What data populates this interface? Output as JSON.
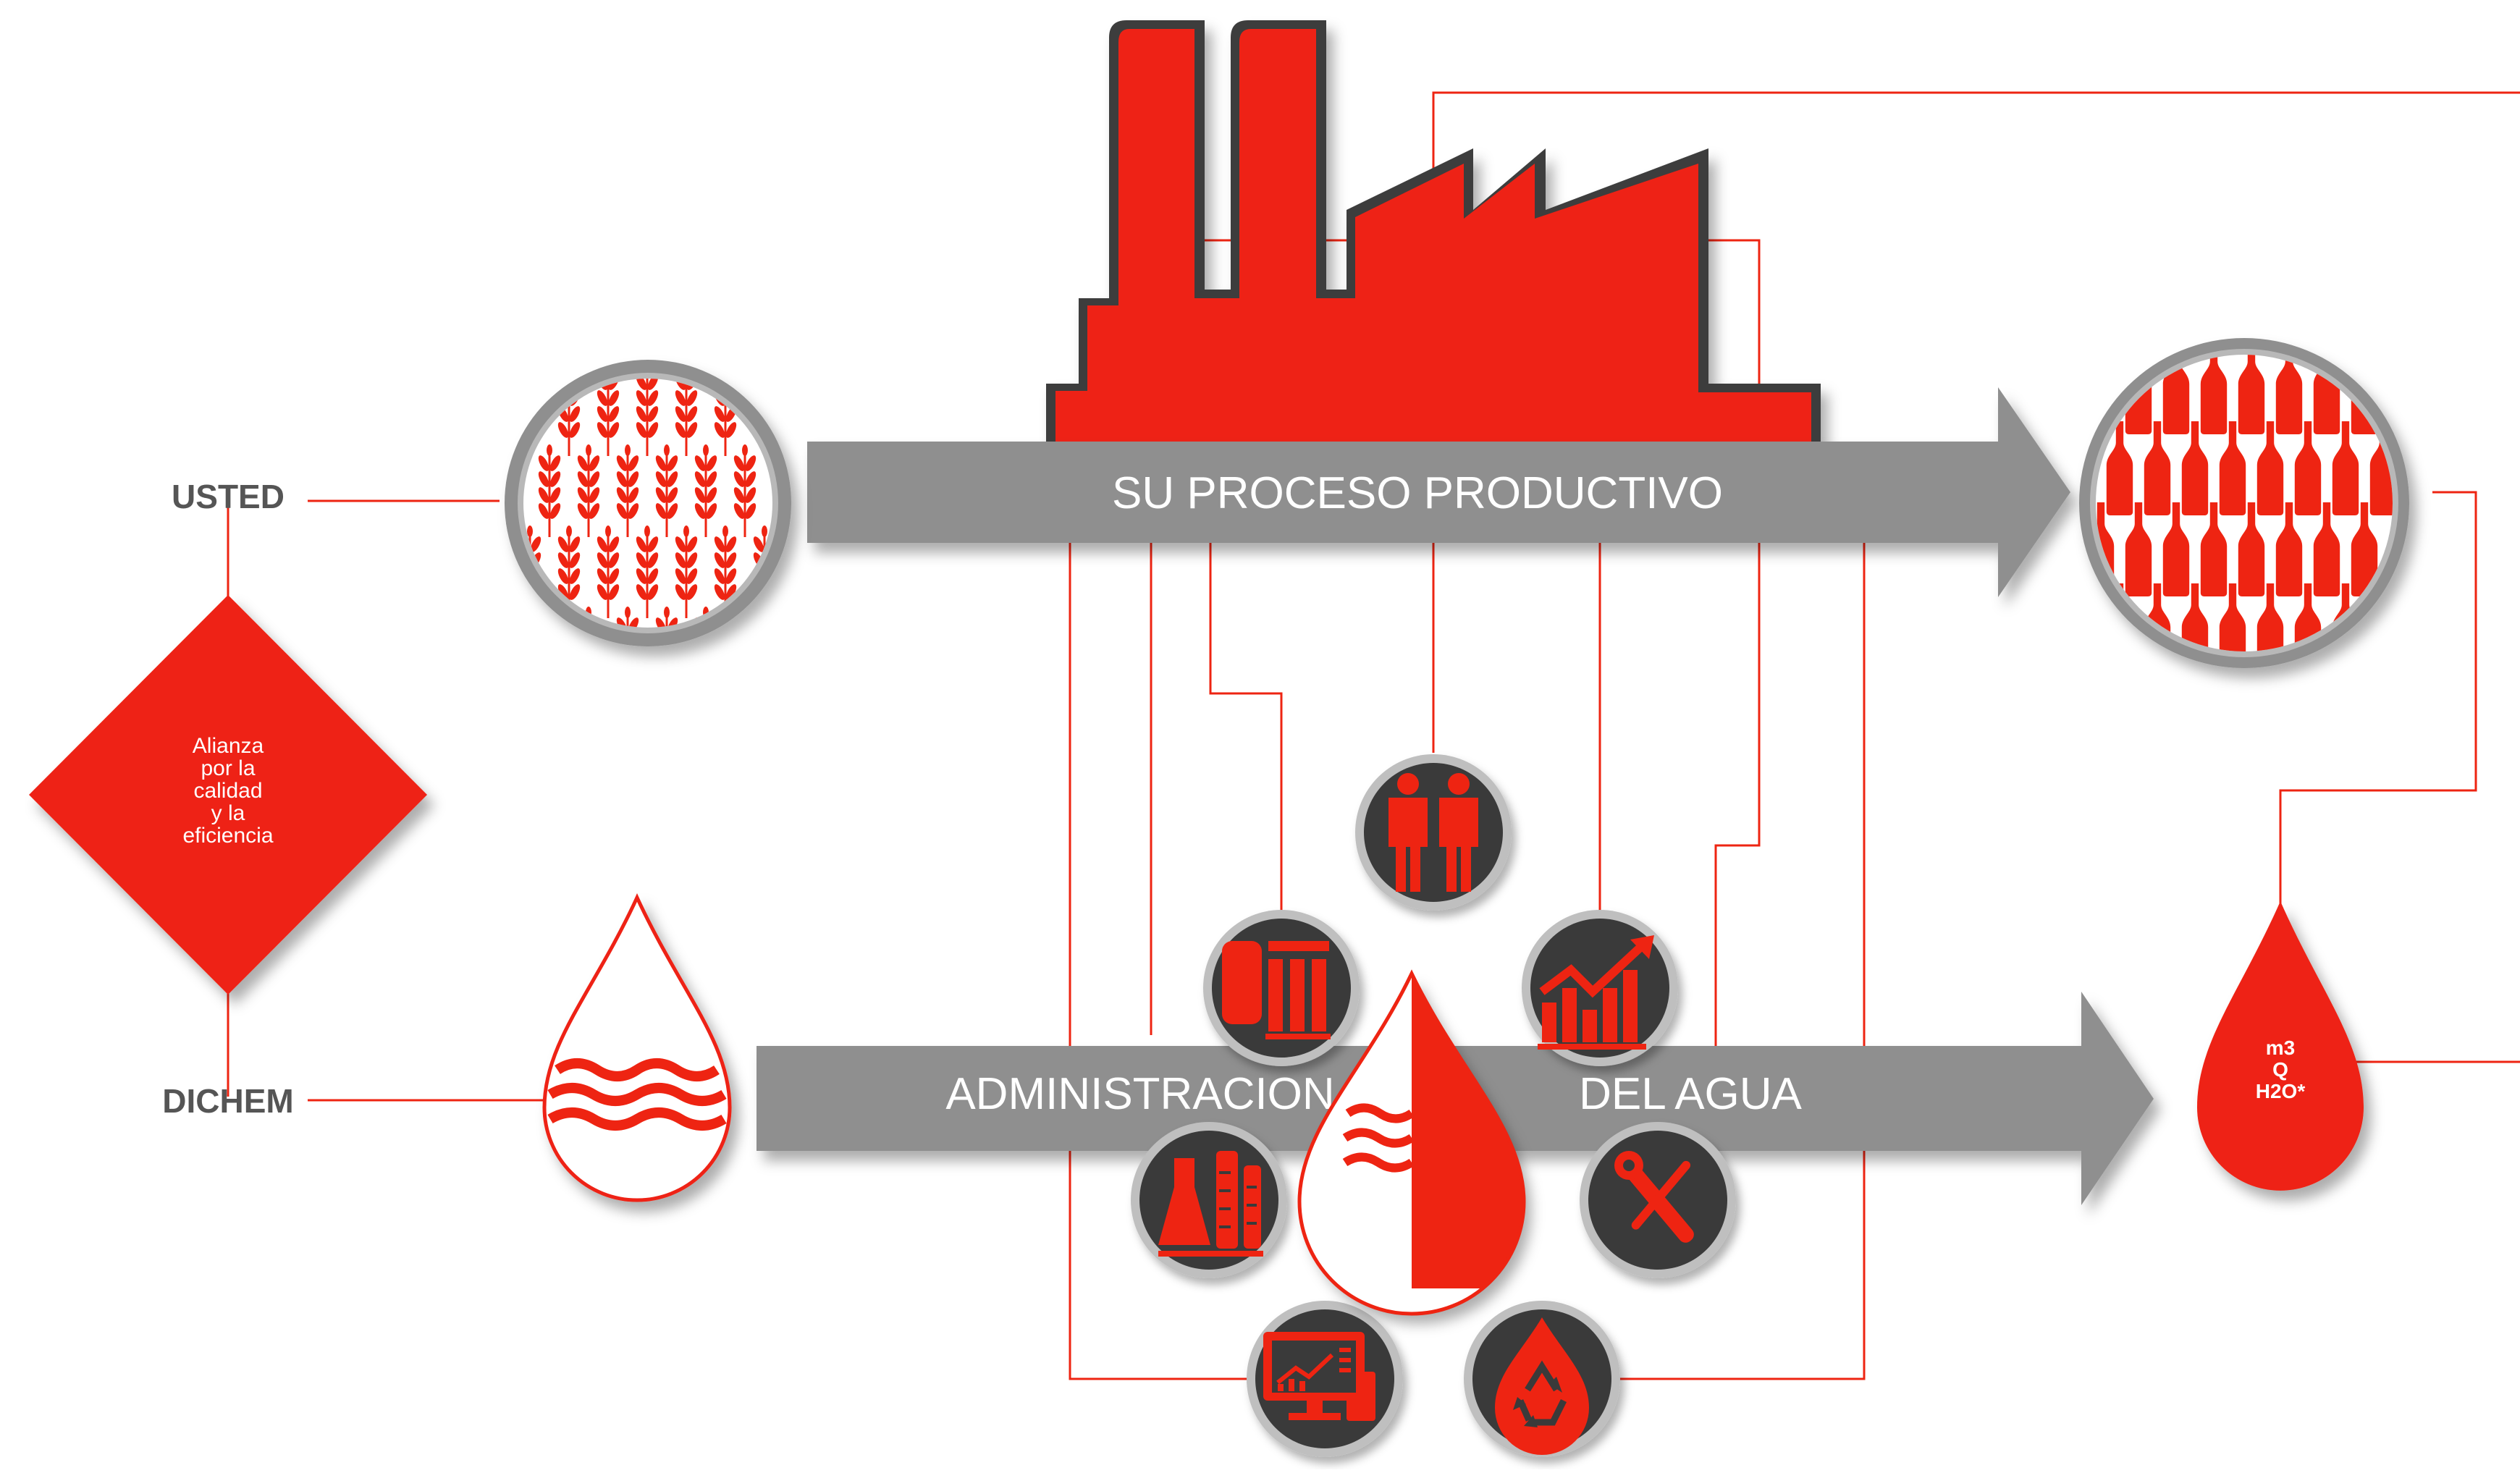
{
  "labels": {
    "usted": "USTED",
    "dichem": "DICHEM",
    "alianza": [
      "Alianza",
      "por la",
      "calidad",
      "y la",
      "eficiencia"
    ],
    "proceso": "SU PROCESO PRODUCTIVO",
    "admin_left": "ADMINISTRACION",
    "admin_right": "DEL AGUA",
    "output_drop": [
      "m3",
      "Q",
      "H2O*"
    ]
  },
  "colors": {
    "red": "#ee2412",
    "dark": "#3a3a3a",
    "gray_arrow": "#8f8f8f",
    "gray_text": "#555555",
    "ring": "#b8b8b8"
  },
  "icons": [
    "wheat-pattern-icon",
    "factory-icon",
    "bottles-pattern-icon",
    "water-drop-icon",
    "workers-icon",
    "filtration-equipment-icon",
    "growth-chart-icon",
    "laboratory-icon",
    "half-filled-drop-icon",
    "tools-icon",
    "monitoring-computer-icon",
    "recycle-icon"
  ]
}
